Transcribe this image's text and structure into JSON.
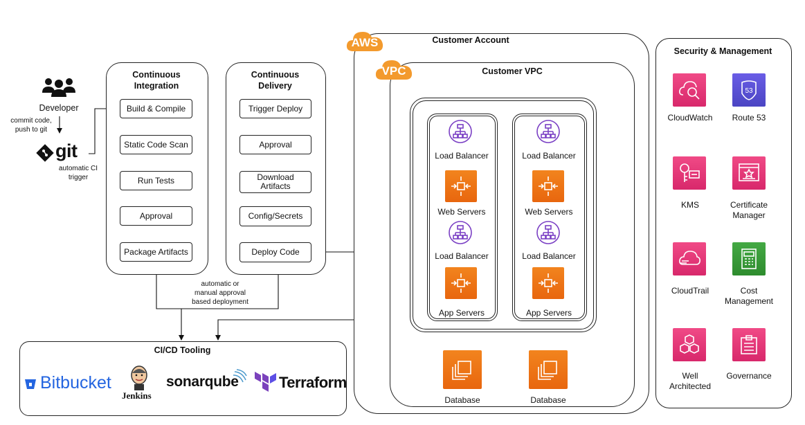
{
  "developer": {
    "label": "Developer",
    "commit_note": "commit code,\npush to git",
    "git_word": "git",
    "trigger_note": "automatic CI\ntrigger"
  },
  "ci": {
    "title": "Continuous\nIntegration",
    "steps": [
      "Build & Compile",
      "Static Code Scan",
      "Run Tests",
      "Approval",
      "Package Artifacts"
    ]
  },
  "cd": {
    "title": "Continuous\nDelivery",
    "steps": [
      "Trigger Deploy",
      "Approval",
      "Download\nArtifacts",
      "Config/Secrets",
      "Deploy Code"
    ]
  },
  "deploy_note": "automatic or\nmanual approval\nbased deployment",
  "tooling": {
    "title": "CI/CD Tooling",
    "tools": [
      "Bitbucket",
      "Jenkins",
      "sonarqube",
      "Terraform"
    ]
  },
  "aws": {
    "tag": "AWS",
    "account_title": "Customer Account",
    "vpc_tag": "VPC",
    "vpc_title": "Customer VPC",
    "stacks": [
      {
        "lb1": "Load Balancer",
        "web": "Web Servers",
        "lb2": "Load Balancer",
        "app": "App Servers",
        "db": "Database"
      },
      {
        "lb1": "Load Balancer",
        "web": "Web Servers",
        "lb2": "Load Balancer",
        "app": "App Servers",
        "db": "Database"
      }
    ]
  },
  "security": {
    "title": "Security & Management",
    "items": [
      "CloudWatch",
      "Route 53",
      "KMS",
      "Certificate\nManager",
      "CloudTrail",
      "Cost\nManagement",
      "Well\nArchitected",
      "Governance"
    ],
    "route53_badge": "53"
  }
}
